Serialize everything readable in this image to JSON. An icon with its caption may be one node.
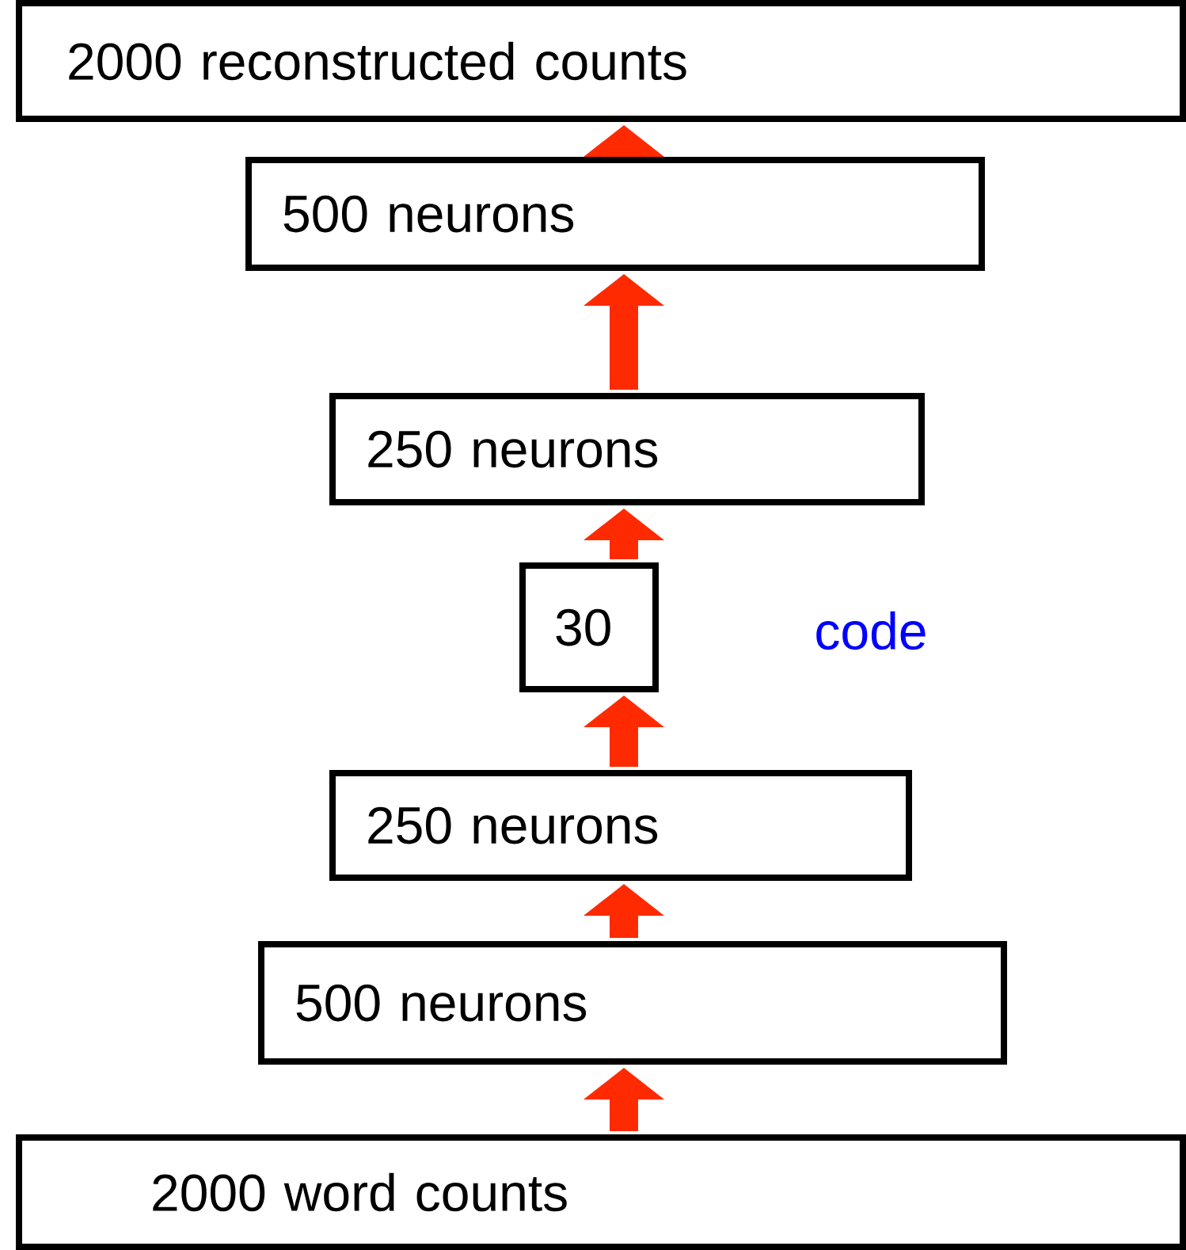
{
  "diagram": {
    "nodes": [
      {
        "text": [
          "2000  reconstructed counts"
        ]
      },
      {
        "text": [
          "500 neurons"
        ]
      },
      {
        "text": [
          "250 neurons"
        ]
      },
      {
        "text": [
          "30"
        ]
      },
      {
        "text": [
          "250 neurons"
        ]
      },
      {
        "text": [
          "500 neurons"
        ]
      },
      {
        "text": [
          "2000  word counts"
        ]
      }
    ],
    "edges": [
      {
        "from": 6,
        "to": 5,
        "arrow": "to"
      },
      {
        "from": 5,
        "to": 4,
        "arrow": "to"
      },
      {
        "from": 4,
        "to": 3,
        "arrow": "to"
      },
      {
        "from": 3,
        "to": 2,
        "arrow": "to"
      },
      {
        "from": 2,
        "to": 1,
        "arrow": "to"
      },
      {
        "from": 1,
        "to": 0,
        "arrow": "to"
      }
    ],
    "labels": [
      "code"
    ]
  }
}
